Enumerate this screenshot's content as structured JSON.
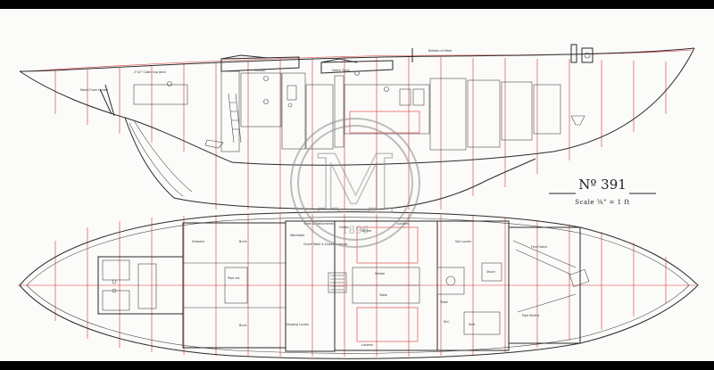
{
  "drawing": {
    "number": "Nº 391",
    "scale": "Scale ⅜\" = 1 ft",
    "watermark_letter": "M",
    "watermark_year": "1896"
  },
  "profile_labels": {
    "anchor_well": "Mast Chain Locker",
    "forepeak": "2\"x2\" Cabin top deck",
    "hatch": "Hatch Trunk",
    "cockpit": "Cockpit",
    "deck_note": "Bottom of Mast"
  },
  "plan_labels": {
    "wardrobe": "Wardrobe",
    "table_instruments": "Table & Instruments",
    "chart_table": "Chart Table & Drawers below",
    "galley": "Galley",
    "bunk_top": "Bunk",
    "bunk_bottom": "Bunk",
    "pipe_cot": "Pipe cot",
    "hanging_locker": "Hanging Locker",
    "settee_top": "Settee",
    "settee_mid": "Settee",
    "table": "Table",
    "lockers_top": "Lockers",
    "lockers_bottom": "Lockers",
    "toilet": "Toilet",
    "sail_locker": "Sail Locker",
    "w_c": "W.C.",
    "fore_hatch": "Fore Hatch",
    "bunk_fore": "Pipe Berths",
    "stove": "Stove",
    "sink": "Sink",
    "drawers": "Drawers"
  },
  "colors": {
    "paper": "#fbfbf9",
    "ink": "#2a2a2a",
    "station_lines": "#d33333",
    "frame": "#000000"
  }
}
